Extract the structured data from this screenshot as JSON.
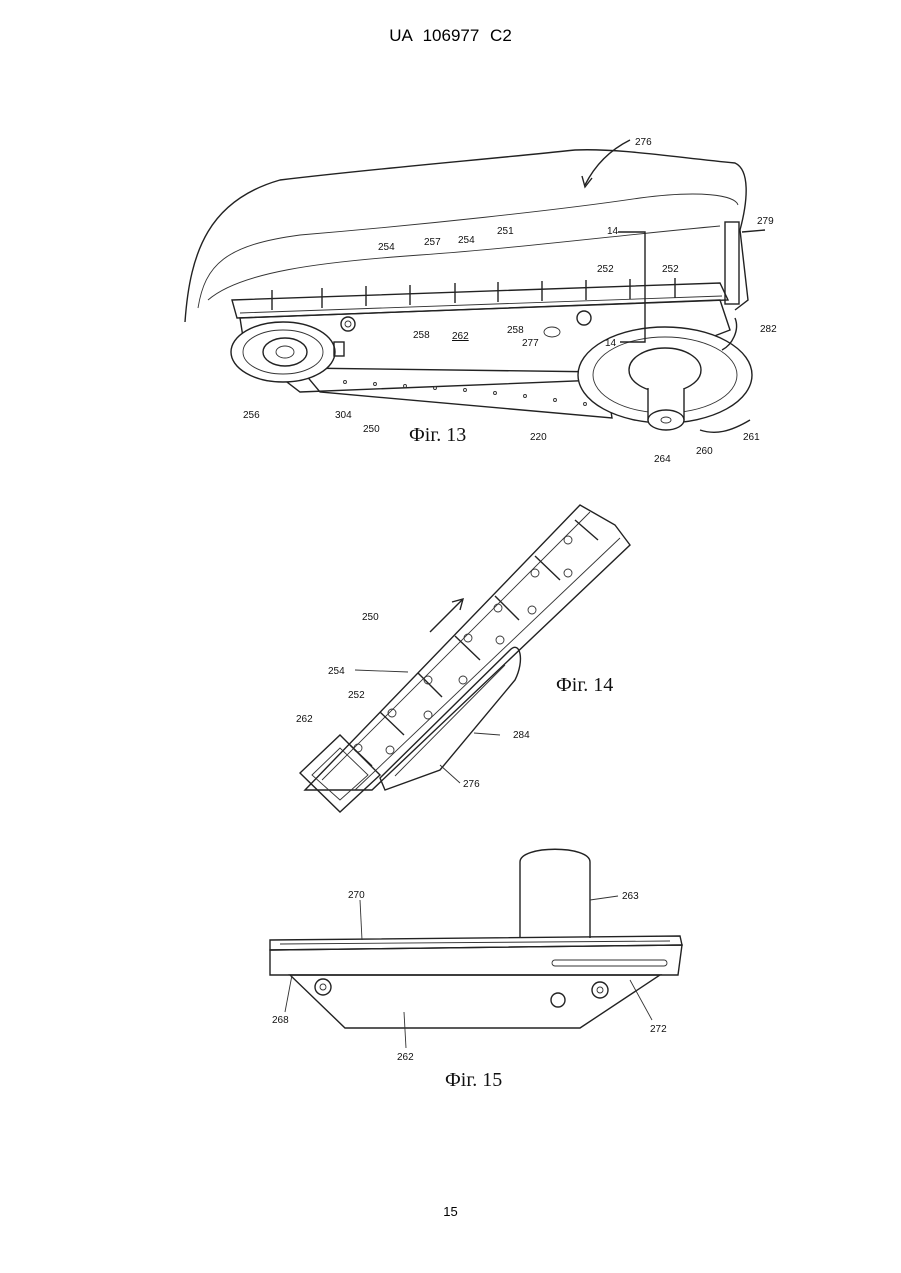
{
  "header": {
    "doc_code": "UA   106977   C2"
  },
  "page_number": "15",
  "fig13": {
    "caption": "Фіг. 13",
    "labels": {
      "l276": "276",
      "l279": "279",
      "l282": "282",
      "l14a": "14",
      "l14b": "14",
      "l251": "251",
      "l254a": "254",
      "l254b": "254",
      "l257": "257",
      "l252a": "252",
      "l252b": "252",
      "l258a": "258",
      "l258b": "258",
      "l262": "262",
      "l277": "277",
      "l256": "256",
      "l304": "304",
      "l250": "250",
      "l220": "220",
      "l264": "264",
      "l260": "260",
      "l261": "261"
    }
  },
  "fig14": {
    "caption": "Фіг. 14",
    "labels": {
      "l250": "250",
      "l254": "254",
      "l252": "252",
      "l262": "262",
      "l284": "284",
      "l276": "276"
    }
  },
  "fig15": {
    "caption": "Фіг. 15",
    "labels": {
      "l270": "270",
      "l263": "263",
      "l268": "268",
      "l272": "272",
      "l262": "262"
    }
  }
}
